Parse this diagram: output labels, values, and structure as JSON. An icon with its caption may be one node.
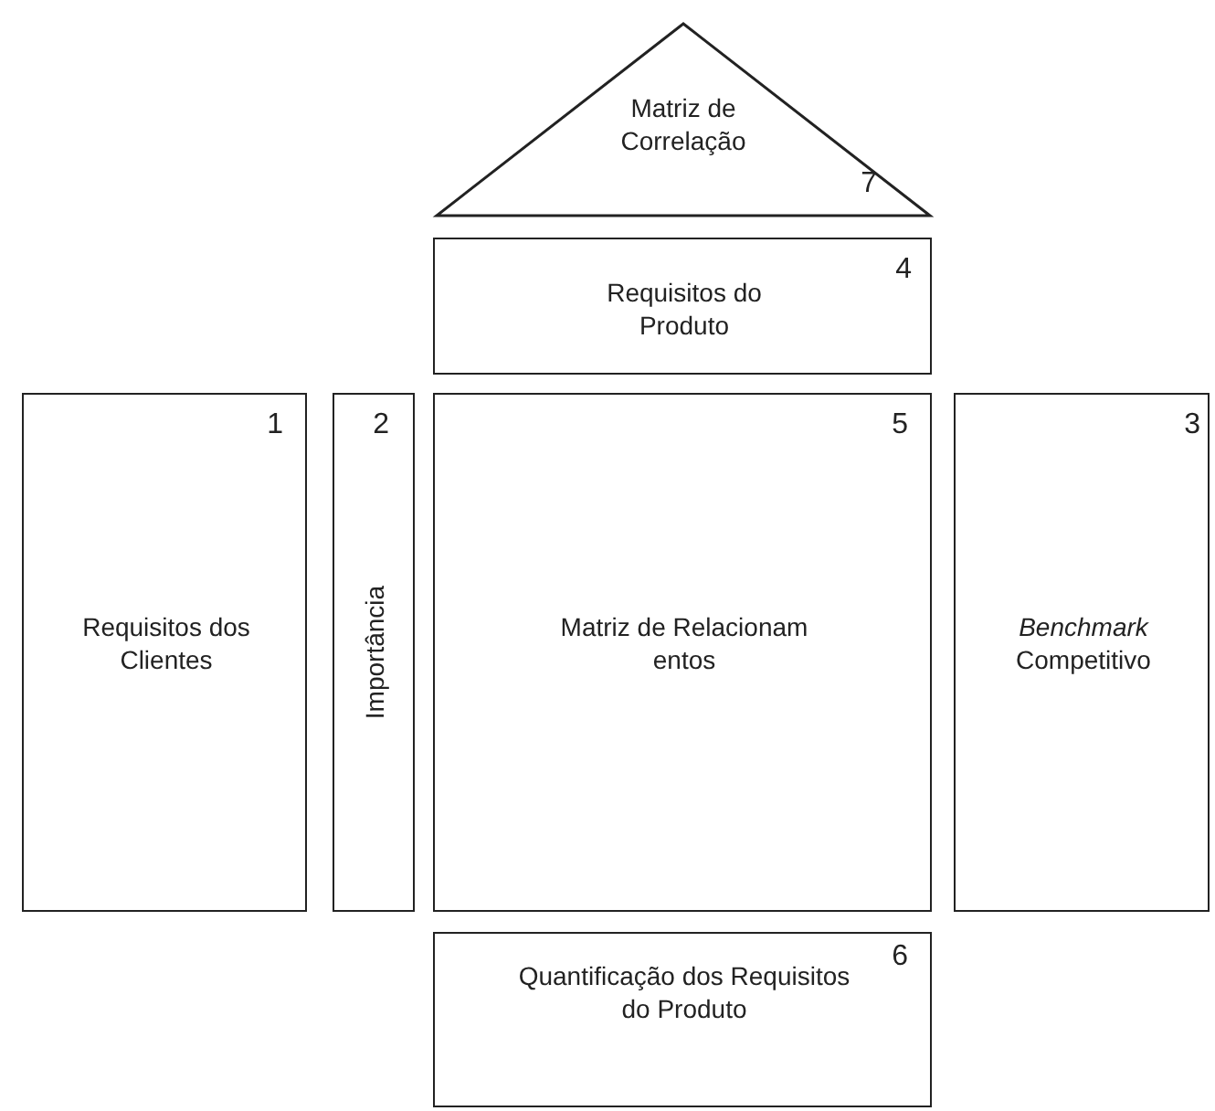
{
  "diagram": {
    "nodes": [
      {
        "text": [
          "Matriz de Correlação",
          "7"
        ]
      },
      {
        "text": [
          "Requisitos do Produto",
          "4"
        ]
      },
      {
        "text": [
          "Requisitos dos Clientes",
          "1"
        ]
      },
      {
        "text": [
          "Importância",
          "2"
        ]
      },
      {
        "text": [
          "Matriz de Relacionam entos",
          "5"
        ]
      },
      {
        "text": [
          "*Benchmark* Competitivo",
          "3"
        ]
      },
      {
        "text": [
          "Quantificação dos Requisitos do Produto",
          "6"
        ]
      }
    ]
  }
}
